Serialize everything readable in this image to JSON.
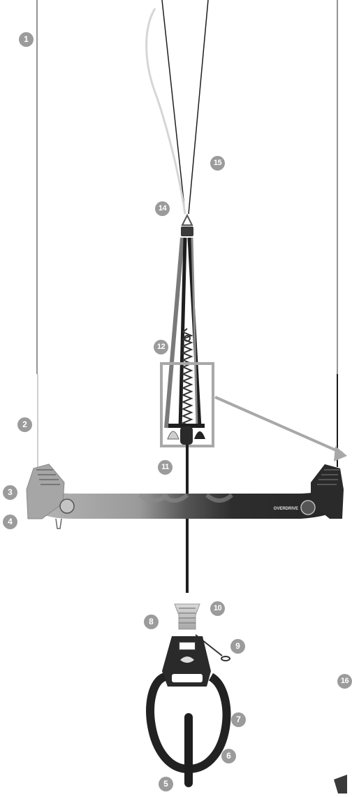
{
  "brand_text": "OVERDRIVE",
  "colors": {
    "callout_fill": "#9b9b9b",
    "callout_text": "#ffffff",
    "bar_left": "#a9a9a9",
    "bar_right": "#2b2b2b",
    "line_dark": "#1c1c1c",
    "line_light": "#cfcfcf",
    "highlight_box": "#a8a8a8"
  },
  "callouts": [
    {
      "id": "1",
      "label": "1"
    },
    {
      "id": "2",
      "label": "2"
    },
    {
      "id": "3",
      "label": "3"
    },
    {
      "id": "4",
      "label": "4"
    },
    {
      "id": "5",
      "label": "5"
    },
    {
      "id": "6",
      "label": "6"
    },
    {
      "id": "7",
      "label": "7"
    },
    {
      "id": "8",
      "label": "8"
    },
    {
      "id": "9",
      "label": "9"
    },
    {
      "id": "10",
      "label": "10"
    },
    {
      "id": "11",
      "label": "11"
    },
    {
      "id": "12",
      "label": "12"
    },
    {
      "id": "14",
      "label": "14"
    },
    {
      "id": "15",
      "label": "15"
    },
    {
      "id": "16",
      "label": "16"
    }
  ]
}
